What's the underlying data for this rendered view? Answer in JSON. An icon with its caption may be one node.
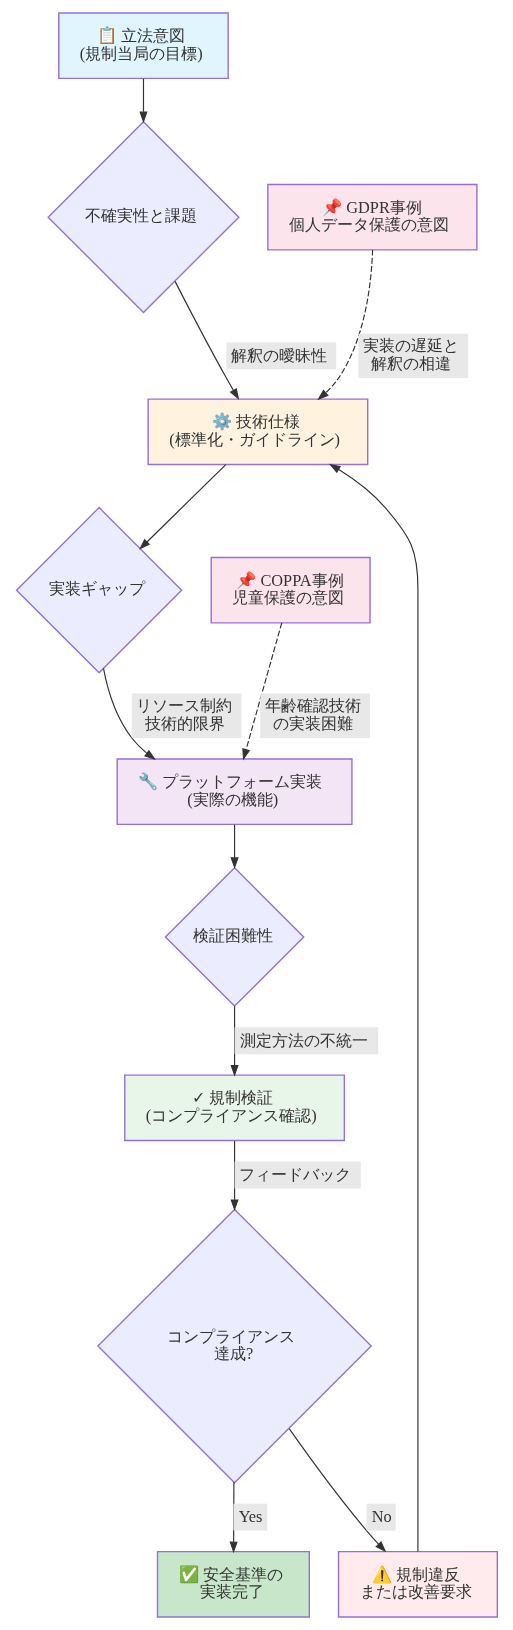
{
  "diagram": {
    "nodes": [
      {
        "text": [
          "📋 立法意図",
          "(規制当局の目標)"
        ]
      },
      {
        "text": [
          "不確実性と課題"
        ]
      },
      {
        "text": [
          "📌 GDPR事例",
          "個人データ保護の意図"
        ]
      },
      {
        "text": [
          "⚙️ 技術仕様",
          "(標準化・ガイドライン)"
        ]
      },
      {
        "text": [
          "実装ギャップ"
        ]
      },
      {
        "text": [
          "📌 COPPA事例",
          "児童保護の意図"
        ]
      },
      {
        "text": [
          "🔧 プラットフォーム実装",
          "(実際の機能)"
        ]
      },
      {
        "text": [
          "検証困難性"
        ]
      },
      {
        "text": [
          "✓ 規制検証",
          "(コンプライアンス確認)"
        ]
      },
      {
        "text": [
          "コンプライアンス達成?"
        ]
      },
      {
        "text": [
          "⚠️ 規制違反",
          "または改善要求"
        ]
      },
      {
        "text": [
          "✅ 安全基準の",
          "実装完了"
        ]
      }
    ],
    "edges": [
      {
        "from": 0,
        "to": 1,
        "arrow": "to"
      },
      {
        "from": 1,
        "to": 3,
        "arrow": "to",
        "label": "解釈の曖昧性"
      },
      {
        "from": 2,
        "to": 3,
        "arrow": "to",
        "label": "実装の遅延と解釈の相違",
        "style": "dashed"
      },
      {
        "from": 3,
        "to": 4,
        "arrow": "to"
      },
      {
        "from": 4,
        "to": 6,
        "arrow": "to",
        "label": "リソース制約技術的限界"
      },
      {
        "from": 5,
        "to": 6,
        "arrow": "to",
        "label": "年齢確認技術の実装困難",
        "style": "dashed"
      },
      {
        "from": 6,
        "to": 7,
        "arrow": "to"
      },
      {
        "from": 7,
        "to": 8,
        "arrow": "to",
        "label": "測定方法の不統一"
      },
      {
        "from": 8,
        "to": 9,
        "arrow": "to",
        "label": "フィードバック"
      },
      {
        "from": 9,
        "to": 10,
        "arrow": "to",
        "label": "No"
      },
      {
        "from": 9,
        "to": 11,
        "arrow": "to",
        "label": "Yes"
      },
      {
        "from": 10,
        "to": 3,
        "arrow": "to"
      }
    ]
  }
}
